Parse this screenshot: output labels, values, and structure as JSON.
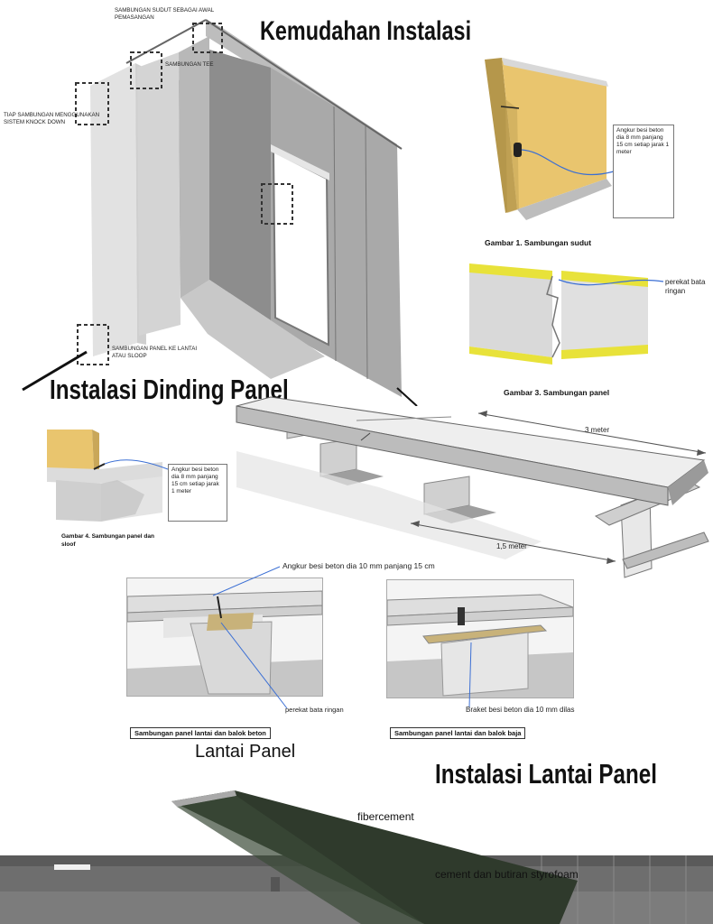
{
  "titles": {
    "kemudahan": "Kemudahan Instalasi",
    "dinding": "Instalasi Dinding Panel",
    "lantai_instalasi": "Instalasi Lantai Panel",
    "lantai_panel": "Lantai Panel"
  },
  "wall_callouts": {
    "sambungan_sudut": "SAMBUNGAN SUDUT SEBAGAI AWAL PEMASANGAN",
    "sambungan_tee": "SAMBUNGAN TEE",
    "knock_down": "TIAP SAMBUNGAN MENGGUNAKAN SISTEM KNOCK DOWN",
    "panel_ke_lantai": "SAMBUNGAN PANEL KE LANTAI ATAU SLOOP"
  },
  "gambar1": {
    "note": "Angkur besi beton dia 8 mm panjang 15 cm setiap jarak 1 meter",
    "caption": "Gambar 1.  Sambungan sudut"
  },
  "gambar3": {
    "label": "perekat bata ringan",
    "caption": "Gambar 3. Sambungan panel"
  },
  "gambar4": {
    "note": "Angkur besi beton dia 8 mm panjang 15 cm setiap jarak 1 meter",
    "caption": "Gambar 4. Sambungan panel dan sloof"
  },
  "floor_dims": {
    "length": "3 meter",
    "spacing": "1,5 meter"
  },
  "floor_details": {
    "angkur": "Angkur besi beton dia 10 mm panjang 15 cm",
    "perekat": "perekat bata ringan",
    "braket": "Braket besi beton dia 10 mm dilas",
    "caption_beton": "Sambungan panel lantai  dan balok beton",
    "caption_baja": "Sambungan panel lantai  dan balok baja"
  },
  "layers": {
    "fibercement": "fibercement",
    "core": "cement dan butiran  styrofoam"
  },
  "colors": {
    "panel_yellow": "#e9c56e",
    "glue_yellow": "#e8e23a",
    "panel_grey": "#d8d8d8",
    "core_green": "#2f3a2c"
  }
}
